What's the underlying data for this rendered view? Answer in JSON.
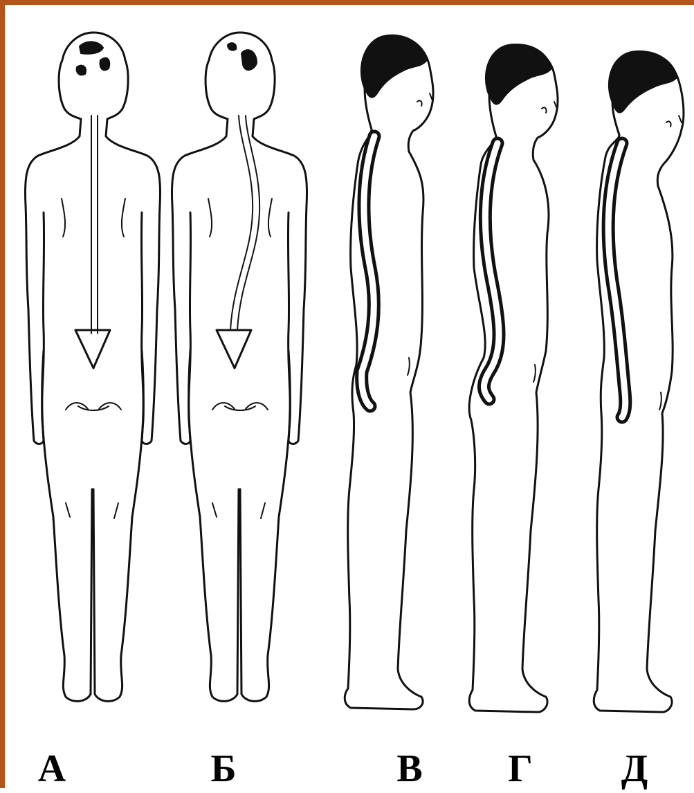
{
  "figures": [
    {
      "id": "a",
      "label": "А",
      "view": "back",
      "posture": "normal"
    },
    {
      "id": "b",
      "label": "Б",
      "view": "back",
      "posture": "scoliosis"
    },
    {
      "id": "v",
      "label": "В",
      "view": "side",
      "posture": "normal"
    },
    {
      "id": "g",
      "label": "Г",
      "view": "side",
      "posture": "lordosis"
    },
    {
      "id": "d",
      "label": "Д",
      "view": "side",
      "posture": "kyphosis"
    }
  ],
  "colors": {
    "frame": "#b4561b",
    "ink": "#111111",
    "background": "#ffffff"
  }
}
